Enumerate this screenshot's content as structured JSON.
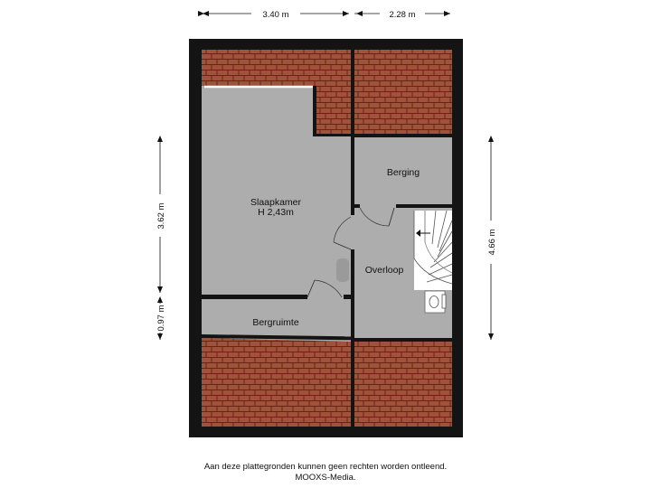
{
  "dimensions": {
    "top_left": "3.40 m",
    "top_right": "2.28 m",
    "left_upper": "3.62 m",
    "left_lower": "0.97 m",
    "right": "4.66 m"
  },
  "rooms": {
    "slaapkamer": "Slaapkamer",
    "slaapkamer_height": "H 2,43m",
    "berging": "Berging",
    "overloop": "Overloop",
    "bergruimte": "Bergruimte"
  },
  "footer": {
    "line1": "Aan deze plattegronden kunnen geen rechten worden ontleend.",
    "line2": "MOOXS-Media."
  },
  "colors": {
    "wall": "#141414",
    "floor": "#adadad",
    "roof_tile": "#a0523a",
    "roof_grout": "#5a2a1c",
    "dimension_line": "#111111"
  }
}
